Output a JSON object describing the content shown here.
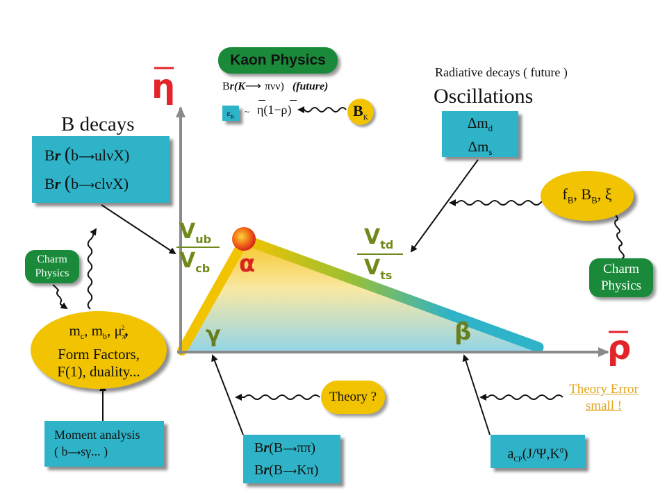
{
  "axes": {
    "eta_label": "η",
    "rho_label": "ρ"
  },
  "angles": {
    "alpha": "α",
    "beta": "β",
    "gamma": "γ"
  },
  "ratios": {
    "vub_num": "V",
    "vub_num_sub": "ub",
    "vcb_den": "V",
    "vcb_den_sub": "cb",
    "vtd_num": "V",
    "vtd_num_sub": "td",
    "vts_den": "V",
    "vts_den_sub": "ts"
  },
  "kaon": {
    "title": "Kaon Physics",
    "br_prefix": "B",
    "br_italic": "r(K",
    "br_rest": "πνν)",
    "future": "(future)",
    "epsilon": "ε",
    "epsilon_sub": "K",
    "tilde": "~",
    "relation": "η(1−ρ)",
    "bk": "B",
    "bk_sub": "K"
  },
  "radiative": {
    "text": "Radiative decays ( future )"
  },
  "oscillations": {
    "title": "Oscillations",
    "line1": "Δm",
    "line1_sub": "d",
    "line2": "Δm",
    "line2_sub": "s"
  },
  "bdecays": {
    "title": "B decays",
    "line1_prefix": "B",
    "line1_r": "r",
    "line1_paren": "(",
    "line1_b": "b",
    "line1_rest": "ulνX)",
    "line2_prefix": "B",
    "line2_r": "r",
    "line2_paren": "(",
    "line2_b": "b",
    "line2_rest": "clνX)"
  },
  "fbbb": {
    "text": "f",
    "sub1": "B",
    "mid": ", B",
    "sub2": "B",
    "end": ", ξ"
  },
  "charm_left": {
    "line1": "Charm",
    "line2": "Physics"
  },
  "charm_right": {
    "line1": "Charm",
    "line2": "Physics"
  },
  "masses": {
    "line1_a": "m",
    "line1_a_sub": "c",
    "line1_b": ", m",
    "line1_b_sub": "b",
    "line1_c": ", μ",
    "line1_c_sub": "π",
    "line1_c_sup": "2",
    "line1_end": ",",
    "line2": "Form Factors,",
    "line3": "F(1), duality..."
  },
  "moment": {
    "line1": "Moment analysis",
    "line2_a": "( b",
    "line2_b": "sγ... )"
  },
  "theory": {
    "text": "Theory ?"
  },
  "theory_error": {
    "line1": "Theory Error",
    "line2": "small !"
  },
  "brpipi": {
    "line1_prefix": "B",
    "line1_r": "r",
    "line1_a": "(B",
    "line1_b": "ππ)",
    "line2_prefix": "B",
    "line2_r": "r",
    "line2_a": "(B",
    "line2_b": "Kπ)"
  },
  "acp": {
    "a": "a",
    "a_sub": "CP",
    "rest": "(J/Ψ,K",
    "sup": "0",
    "end": ")"
  },
  "colors": {
    "cyan": "#2fb3c8",
    "green": "#1a8a3a",
    "yellow": "#f2c300",
    "red": "#e3242b",
    "olive": "#6f8a1a"
  }
}
